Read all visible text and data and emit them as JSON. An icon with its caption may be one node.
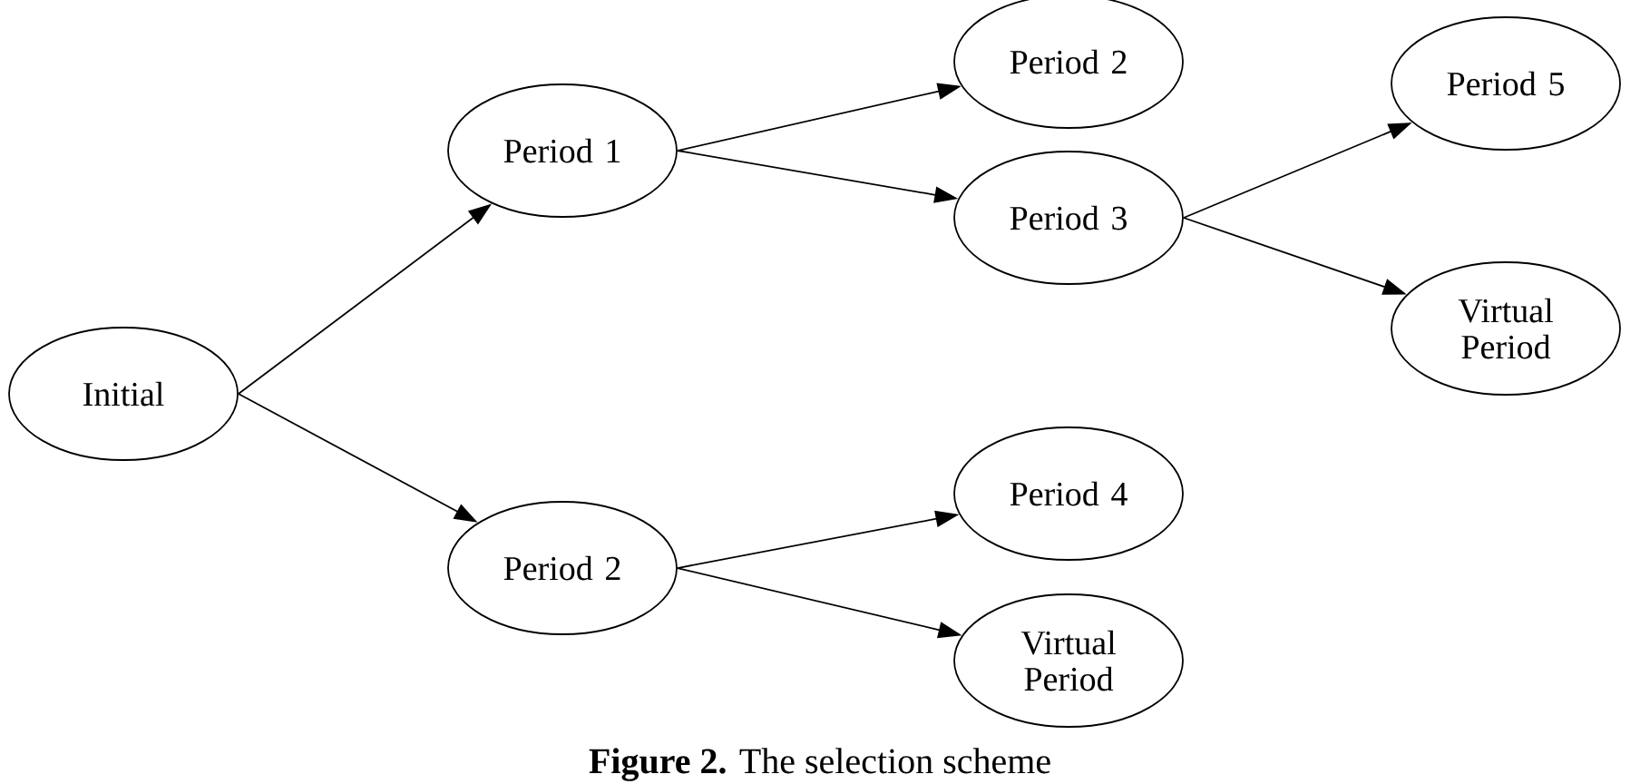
{
  "diagram": {
    "caption": "**Figure 2.** The selection scheme",
    "nodes": [
      {
        "text": [
          "Initial"
        ]
      },
      {
        "text": [
          "Period 1"
        ]
      },
      {
        "text": [
          "Period 2"
        ]
      },
      {
        "text": [
          "Period 2"
        ]
      },
      {
        "text": [
          "Period 3"
        ]
      },
      {
        "text": [
          "Period 4"
        ]
      },
      {
        "text": [
          "Virtual Period"
        ]
      },
      {
        "text": [
          "Period 5"
        ]
      },
      {
        "text": [
          "Virtual Period"
        ]
      }
    ],
    "edges": [
      {
        "from": 0,
        "to": 1,
        "arrow": "to"
      },
      {
        "from": 0,
        "to": 2,
        "arrow": "to"
      },
      {
        "from": 1,
        "to": 3,
        "arrow": "to"
      },
      {
        "from": 1,
        "to": 4,
        "arrow": "to"
      },
      {
        "from": 2,
        "to": 5,
        "arrow": "to"
      },
      {
        "from": 2,
        "to": 6,
        "arrow": "to"
      },
      {
        "from": 4,
        "to": 7,
        "arrow": "to"
      },
      {
        "from": 4,
        "to": 8,
        "arrow": "to"
      }
    ]
  }
}
